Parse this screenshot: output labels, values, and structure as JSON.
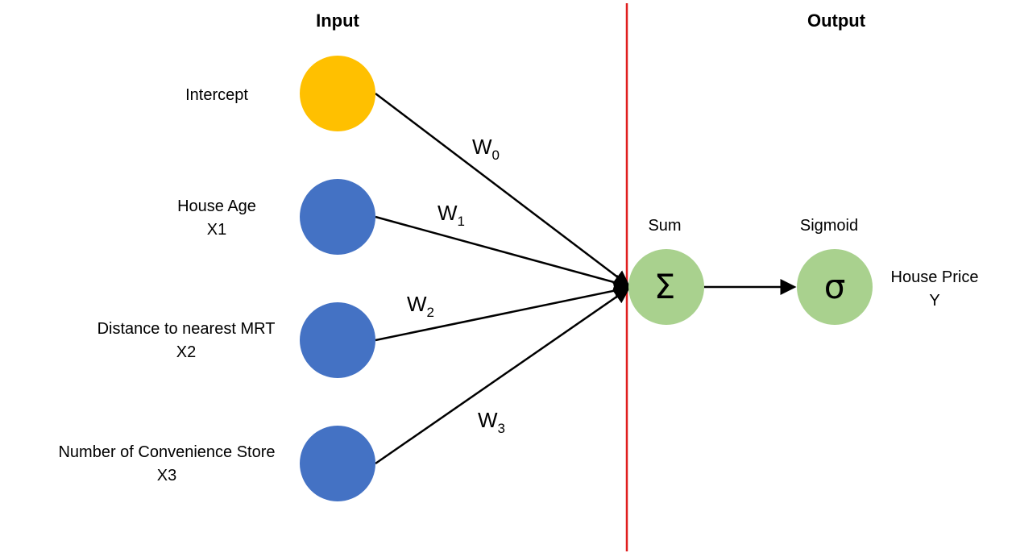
{
  "headings": {
    "input": "Input",
    "output": "Output"
  },
  "colors": {
    "intercept_node": "#FFC000",
    "input_node": "#4472C4",
    "output_node": "#A9D18E",
    "divider": "#E01E1E",
    "arrow": "#000000"
  },
  "inputs": [
    {
      "label_line1": "Intercept",
      "label_line2": ""
    },
    {
      "label_line1": "House Age",
      "label_line2": "X1"
    },
    {
      "label_line1": "Distance to nearest MRT",
      "label_line2": "X2"
    },
    {
      "label_line1": "Number of Convenience Store",
      "label_line2": "X3"
    }
  ],
  "weights": [
    {
      "base": "W",
      "sub": "0"
    },
    {
      "base": "W",
      "sub": "1"
    },
    {
      "base": "W",
      "sub": "2"
    },
    {
      "base": "W",
      "sub": "3"
    }
  ],
  "sum_node": {
    "title": "Sum",
    "symbol": "Σ"
  },
  "sigmoid_node": {
    "title": "Sigmoid",
    "symbol": "σ"
  },
  "output": {
    "label_line1": "House Price",
    "label_line2": "Y"
  }
}
